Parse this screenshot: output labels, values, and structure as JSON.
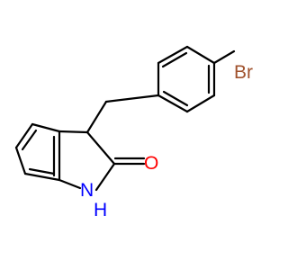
{
  "molecule": {
    "atoms": {
      "bromine": "Br",
      "oxygen": "O",
      "nitrogen": "N",
      "hydrogen": "H"
    },
    "colors": {
      "bond": "#000000",
      "bromine": "#a0522d",
      "oxygen": "#ff0000",
      "nitrogen": "#0000ff"
    }
  }
}
